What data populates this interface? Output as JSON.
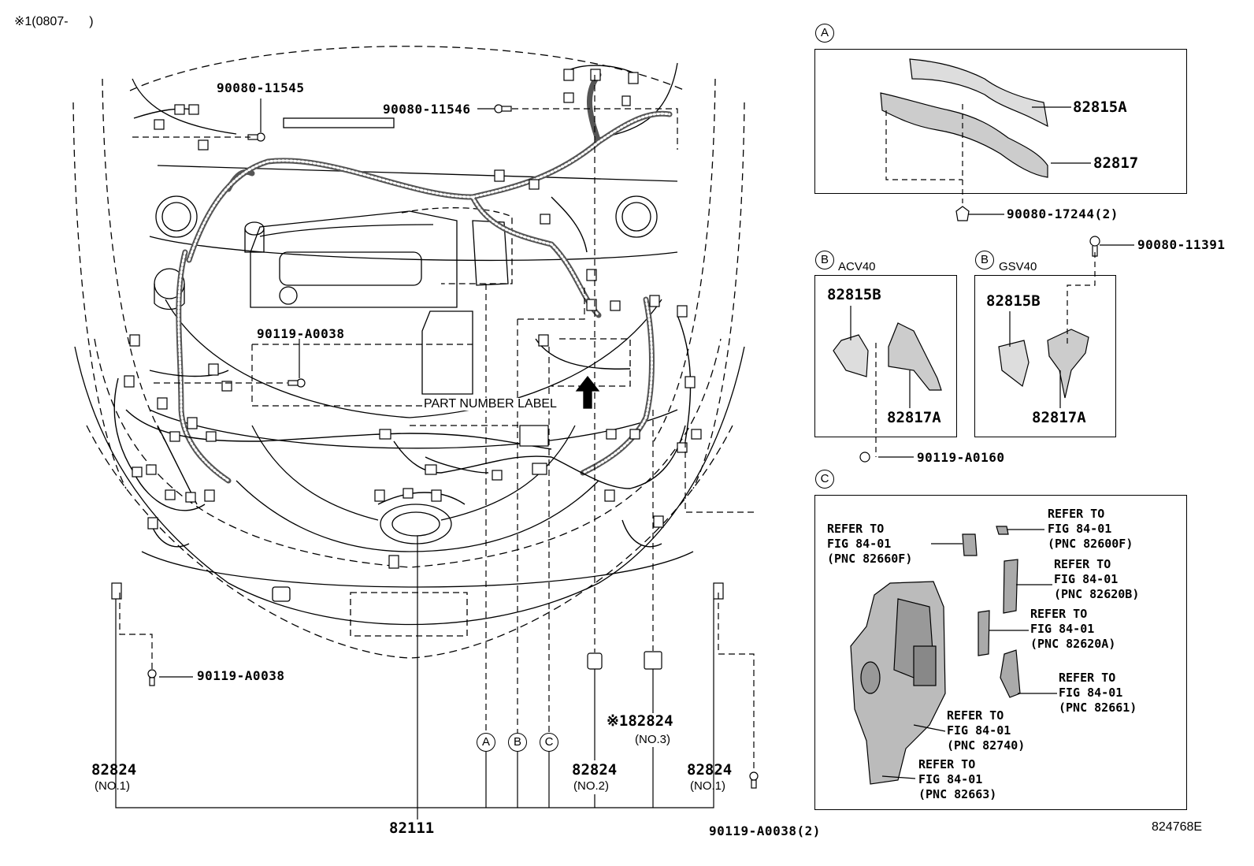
{
  "header_note": "※1(0807-      )",
  "diagram_id": "824768E",
  "main_labels": {
    "p_90080_11545": "90080-11545",
    "p_90080_11546": "90080-11546",
    "p_90119_a0038_mid": "90119-A0038",
    "part_number_label": "PART NUMBER LABEL",
    "p_90119_a0038_left": "90119-A0038",
    "p_82824_no3_marked": "※182824",
    "p_82824_no3_sub": "(NO.3)",
    "p_82824_left": "82824",
    "p_82824_left_sub": "(NO.1)",
    "p_82824_mid": "82824",
    "p_82824_mid_sub": "(NO.2)",
    "p_82824_right": "82824",
    "p_82824_right_sub": "(NO.1)",
    "p_82111": "82111",
    "p_90119_a0038_2": "90119-A0038(2)",
    "callout_a": "A",
    "callout_b": "B",
    "callout_c": "C"
  },
  "panel_a": {
    "tag": "A",
    "p_82815a": "82815A",
    "p_82817": "82817",
    "p_90080_17244": "90080-17244(2)"
  },
  "panel_b_acv40": {
    "tag": "B",
    "variant": "ACV40",
    "p_82815b": "82815B",
    "p_82817a": "82817A",
    "p_90119_a0160": "90119-A0160"
  },
  "panel_b_gsv40": {
    "tag": "B",
    "variant": "GSV40",
    "p_82815b": "82815B",
    "p_82817a": "82817A",
    "p_90080_11391": "90080-11391"
  },
  "panel_c": {
    "tag": "C",
    "refs": [
      "REFER TO\nFIG 84-01\n(PNC 82660F)",
      "REFER TO\nFIG 84-01\n(PNC 82600F)",
      "REFER TO\nFIG 84-01\n(PNC 82620B)",
      "REFER TO\nFIG 84-01\n(PNC 82620A)",
      "REFER TO\nFIG 84-01\n(PNC 82661)",
      "REFER TO\nFIG 84-01\n(PNC 82740)",
      "REFER TO\nFIG 84-01\n(PNC 82663)"
    ]
  }
}
